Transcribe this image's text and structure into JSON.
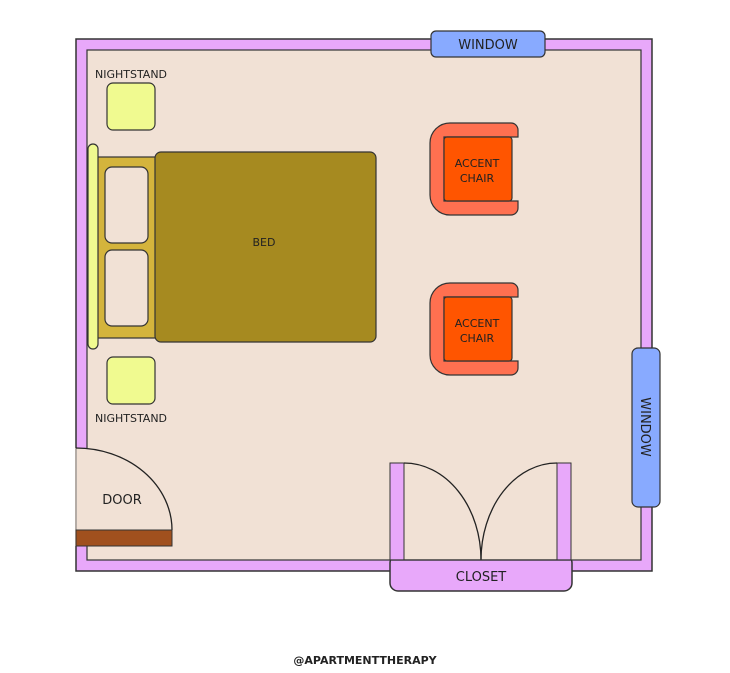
{
  "plan": {
    "windows": [
      "WINDOW",
      "WINDOW"
    ],
    "nightstands": [
      "NIGHTSTAND",
      "NIGHTSTAND"
    ],
    "bed": "BED",
    "chairs": [
      [
        "ACCENT",
        "CHAIR"
      ],
      [
        "ACCENT",
        "CHAIR"
      ]
    ],
    "door": "DOOR",
    "closet": "CLOSET"
  },
  "credit": "@APARTMENTTHERAPY",
  "colors": {
    "wall": "#e8a8fa",
    "floor": "#f1e1d5",
    "window": "#88aaff",
    "nightstand": "#f0fa90",
    "bed": "#a68a20",
    "bed_frame": "#d4b43c",
    "chair_outer": "#ff7050",
    "chair_seat": "#ff5500",
    "door": "#a0501e"
  }
}
